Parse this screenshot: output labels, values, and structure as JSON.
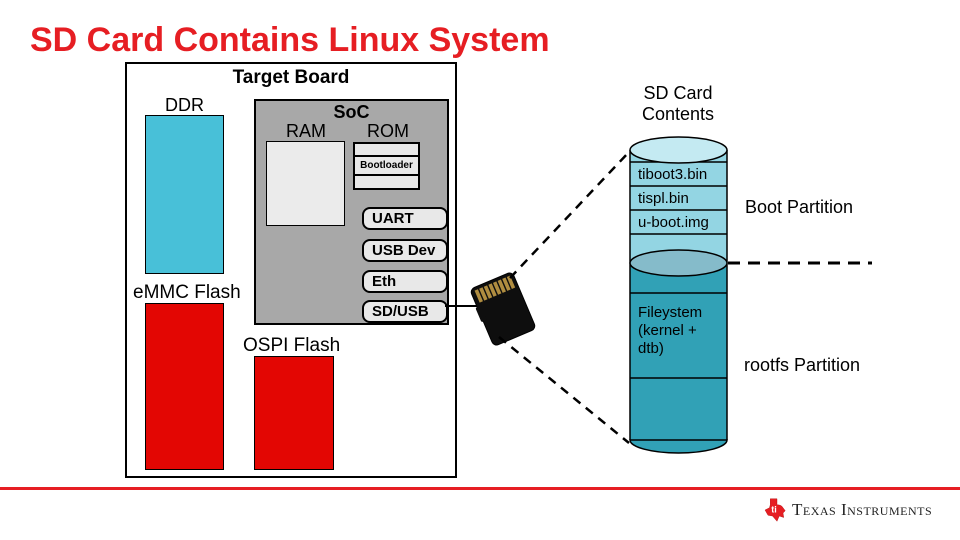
{
  "slide": {
    "title": "SD Card Contains Linux System",
    "brand": "Texas Instruments"
  },
  "board": {
    "title": "Target Board",
    "ddr_label": "DDR",
    "emmc_label": "eMMC Flash",
    "ospi_label": "OSPI Flash",
    "soc": {
      "label": "SoC",
      "ram_label": "RAM",
      "rom_label": "ROM",
      "bootloader_label": "Bootloader",
      "ports": [
        {
          "label": "UART"
        },
        {
          "label": "USB Dev"
        },
        {
          "label": "Eth"
        },
        {
          "label": "SD/USB"
        }
      ]
    }
  },
  "sd": {
    "heading": "SD Card Contents",
    "boot_partition": "Boot Partition",
    "rootfs_partition": "rootfs Partition",
    "boot_files": [
      {
        "name": "tiboot3.bin"
      },
      {
        "name": "tispl.bin"
      },
      {
        "name": "u-boot.img"
      }
    ],
    "rootfs_label": "Fileystem (kernel + dtb)"
  },
  "colors": {
    "title_red": "#e61e23",
    "block_red": "#e30603",
    "ddr_cyan": "#48c0d8",
    "soc_gray": "#a8a8a8",
    "box_gray": "#e8e8e8",
    "cylinder_top": "#c4eaf2",
    "cylinder_light": "#93d5e3",
    "cylinder_mid_ellipse": "#85bbca",
    "cylinder_dark": "#31a1b6",
    "sd_contacts_gold": "#b08d40"
  }
}
